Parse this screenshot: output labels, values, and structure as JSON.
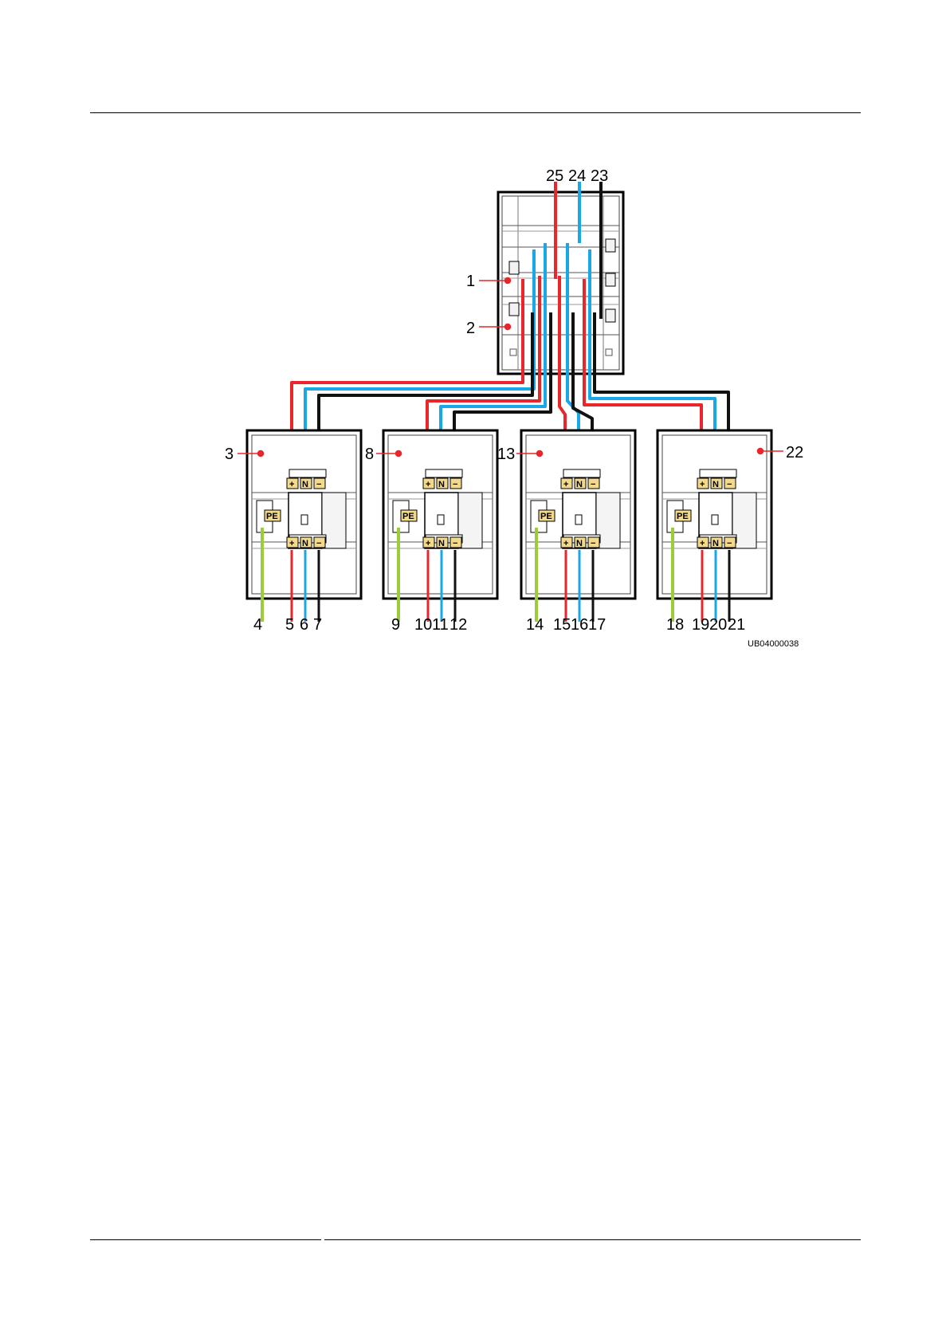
{
  "figure": {
    "id": "UB04000038",
    "callouts": [
      "1",
      "2",
      "3",
      "4",
      "5",
      "6",
      "7",
      "8",
      "9",
      "10",
      "11",
      "12",
      "13",
      "14",
      "15",
      "16",
      "17",
      "18",
      "19",
      "20",
      "21",
      "22",
      "23",
      "24",
      "25"
    ],
    "terminals": {
      "plus": "+",
      "neutral": "N",
      "minus": "−",
      "earth": "PE"
    }
  },
  "colors": {
    "positive": "#e8262b",
    "neutral": "#1aa7e6",
    "negative": "#111111",
    "earth": "#9ccc3a",
    "terminal": "#f3d98a",
    "marker": "#e8262b"
  }
}
